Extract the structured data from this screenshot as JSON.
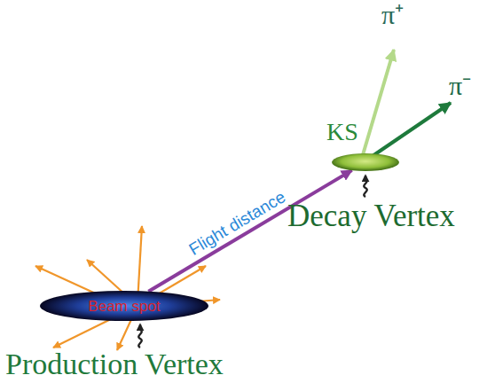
{
  "diagram": {
    "nodes": [
      {
        "text": [
          "Beam spot"
        ]
      },
      {
        "text": [
          "KS"
        ]
      }
    ],
    "edges": [
      {
        "from": 0,
        "to": 1,
        "arrow": "to",
        "label": "Flight distance"
      }
    ],
    "labels": [
      "π⁺",
      "π⁻",
      "Decay Vertex",
      "Production Vertex"
    ]
  }
}
